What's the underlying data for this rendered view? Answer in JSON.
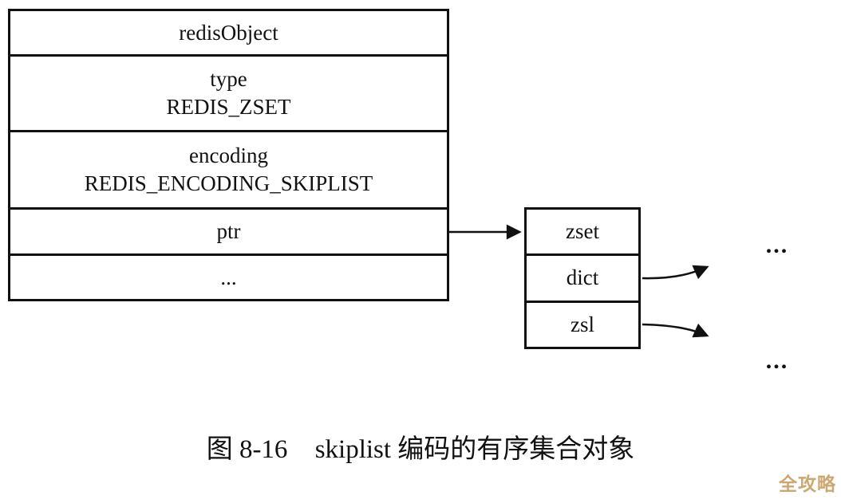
{
  "diagram": {
    "main_box": {
      "rows": [
        {
          "title": "redisObject"
        },
        {
          "label": "type",
          "value": "REDIS_ZSET"
        },
        {
          "label": "encoding",
          "value": "REDIS_ENCODING_SKIPLIST"
        },
        {
          "title": "ptr"
        },
        {
          "title": "..."
        }
      ]
    },
    "zset_box": {
      "rows": [
        {
          "title": "zset"
        },
        {
          "title": "dict"
        },
        {
          "title": "zsl"
        }
      ]
    },
    "ellipsis": {
      "top": "...",
      "bottom": "..."
    },
    "caption": {
      "figure_label": "图 8-16",
      "text": "skiplist 编码的有序集合对象"
    },
    "watermark": "全攻略",
    "colors": {
      "line": "#111111",
      "background": "#ffffff",
      "watermark_gold": "#c9a063"
    }
  }
}
